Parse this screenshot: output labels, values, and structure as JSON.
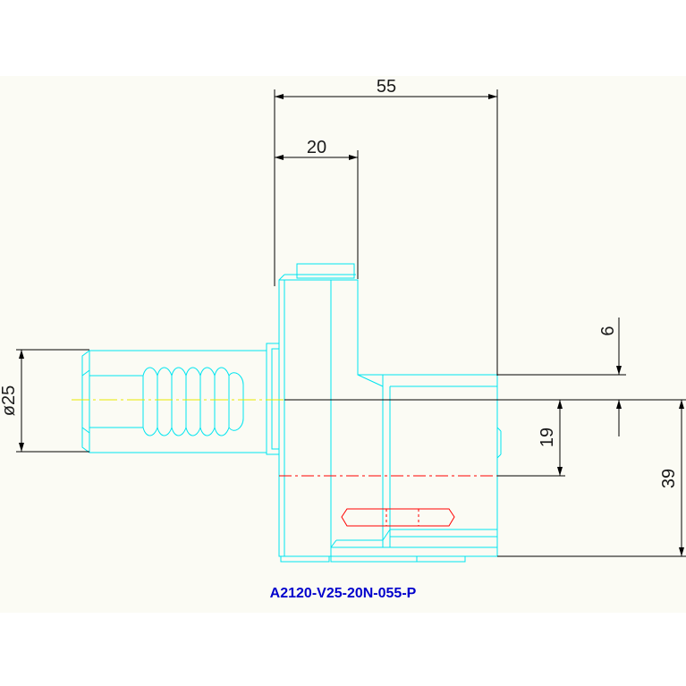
{
  "drawing": {
    "part_number": "A2120-V25-20N-055-P",
    "dimensions": {
      "overall_length": "55",
      "shank_offset": "20",
      "step_height": "6",
      "center_height": "19",
      "total_height": "39",
      "shank_diameter": "ø25"
    },
    "colors": {
      "background": "#fbfbf4",
      "outline": "#00e5f0",
      "dimension_line": "#000000",
      "center_line": "#e8e800",
      "hidden_line": "#ff0000",
      "title": "#0000cc"
    }
  }
}
